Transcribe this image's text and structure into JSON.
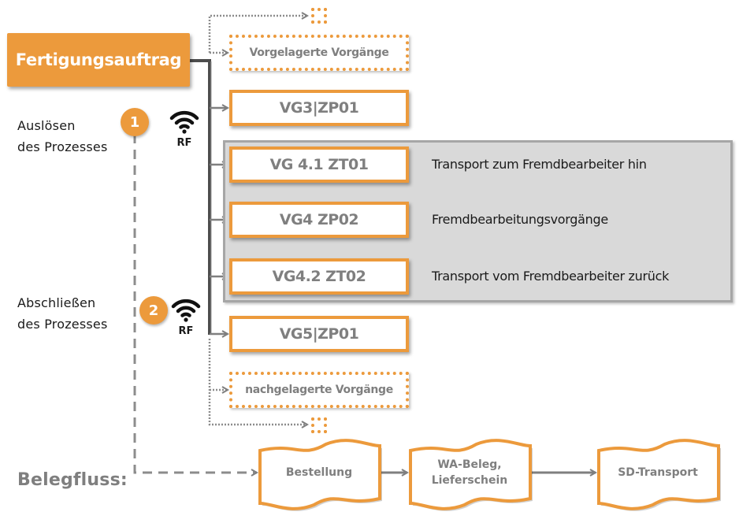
{
  "main_node": {
    "label": "Fertigungsauftrag"
  },
  "upstream": {
    "label": "Vorgelagerte Vorgänge"
  },
  "downstream": {
    "label": "nachgelagerte Vorgänge"
  },
  "operations": [
    {
      "code": "VG3|ZP01",
      "description": ""
    },
    {
      "code": "VG 4.1 ZT01",
      "description": "Transport zum Fremdbearbeiter hin"
    },
    {
      "code": "VG4 ZP02",
      "description": "Fremdbearbeitungsvorgänge"
    },
    {
      "code": "VG4.2 ZT02",
      "description": "Transport vom Fremdbearbeiter zurück"
    },
    {
      "code": "VG5|ZP01",
      "description": ""
    }
  ],
  "process_steps": [
    {
      "number": "1",
      "line1": "Auslösen",
      "line2": "des Prozesses",
      "rf": "RF"
    },
    {
      "number": "2",
      "line1": "Abschließen",
      "line2": "des Prozesses",
      "rf": "RF"
    }
  ],
  "document_flow": {
    "title": "Belegfluss:",
    "documents": [
      {
        "line1": "Bestellung",
        "line2": ""
      },
      {
        "line1": "WA-Beleg,",
        "line2": "Lieferschein"
      },
      {
        "line1": "SD-Transport",
        "line2": ""
      }
    ]
  },
  "colors": {
    "accent": "#ec9a3c",
    "text_gray": "#7f7f7f",
    "connector": "#595959",
    "panel": "#d9d9d9"
  }
}
